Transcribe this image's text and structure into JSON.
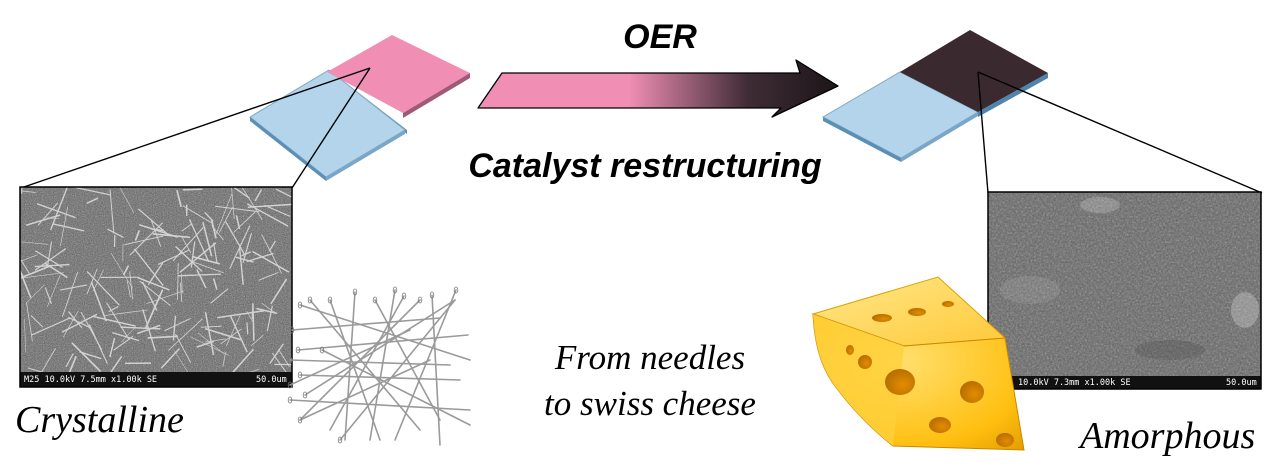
{
  "top_label": "OER",
  "process_label": "Catalyst restructuring",
  "caption": {
    "line1": "From needles",
    "line2": "to swiss cheese"
  },
  "states": {
    "before": "Crystalline",
    "after": "Amorphous"
  },
  "sem_before": {
    "info": "M25 10.0kV 7.5mm x1.00k SE",
    "scale": "50.0um"
  },
  "sem_after": {
    "info": "10.0kV 7.3mm x1.00k SE",
    "scale": "50.0um"
  },
  "colors": {
    "catalyst_pristine": "#f08eb4",
    "catalyst_restructured": "#3a2a30",
    "substrate": "#b3d4ea",
    "substrate_edge": "#5b8fb5",
    "cheese": "#ffc21a"
  }
}
